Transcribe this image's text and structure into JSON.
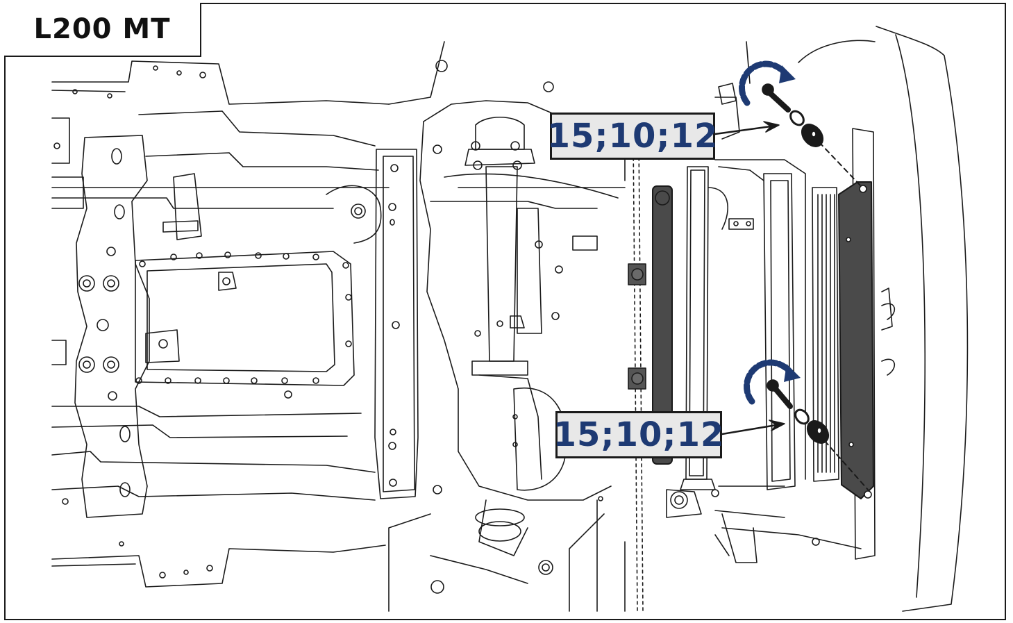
{
  "title": "L200 MT",
  "callouts": [
    {
      "label": "15;10;12"
    },
    {
      "label": "15;10;12"
    }
  ],
  "colors": {
    "outline": "#1a1a1a",
    "callout_text": "#1e3a73",
    "callout_bg": "#e8e8e8",
    "rotation_arrow": "#1e3a73",
    "bracket": "#4a4a4a"
  },
  "icons": [
    "rotation-arrow-icon",
    "bolt-icon",
    "washer-icon"
  ]
}
